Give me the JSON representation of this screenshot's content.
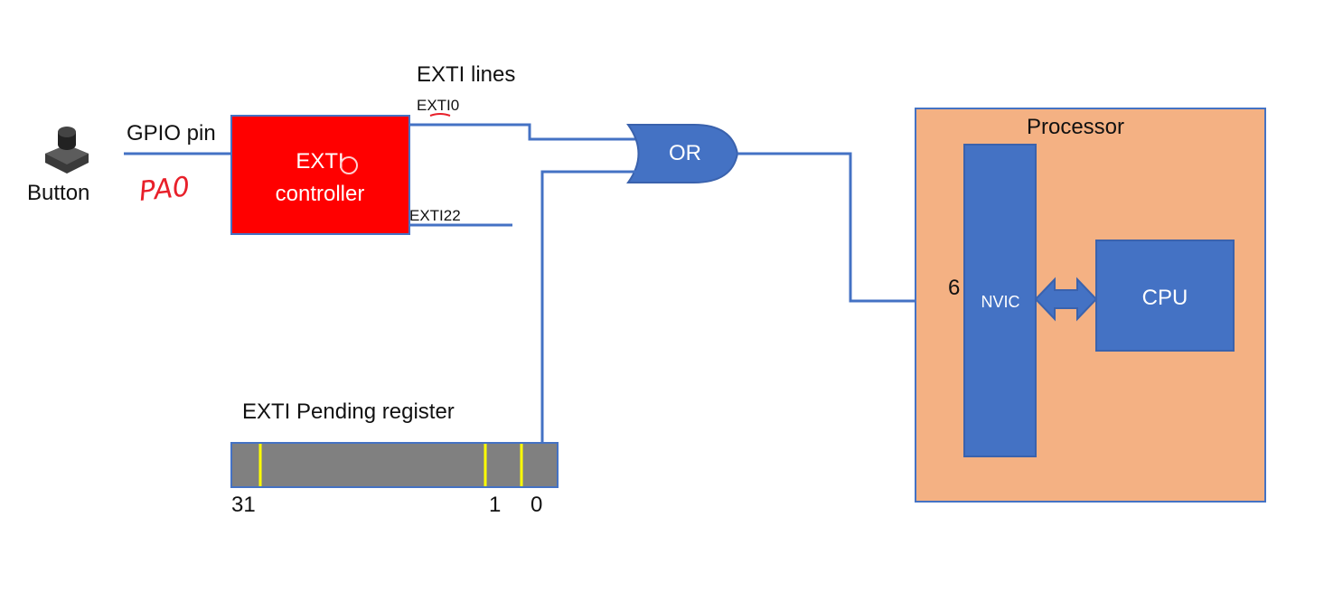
{
  "button": {
    "label": "Button",
    "icon": "push-button-icon"
  },
  "gpio": {
    "label": "GPIO pin",
    "annotation": "PA0",
    "annotation_color": "#e8202a"
  },
  "exti_controller": {
    "line1": "EXTI",
    "line2": "controller",
    "fill": "#ff0000"
  },
  "exti_lines": {
    "title": "EXTI lines",
    "top": "EXTI0",
    "bottom": "EXTI22"
  },
  "or_gate": {
    "label": "OR",
    "fill": "#4472c4"
  },
  "pending_register": {
    "title": "EXTI Pending register",
    "bits": {
      "high": "31",
      "one": "1",
      "zero": "0"
    },
    "fill": "#808080",
    "marker_color": "#ffff00"
  },
  "processor": {
    "title": "Processor",
    "fill": "#f4b183",
    "nvic_label": "NVIC",
    "nvic_input_number": "6",
    "cpu_label": "CPU",
    "block_color": "#4472c4"
  },
  "colors": {
    "wire": "#4472c4"
  }
}
